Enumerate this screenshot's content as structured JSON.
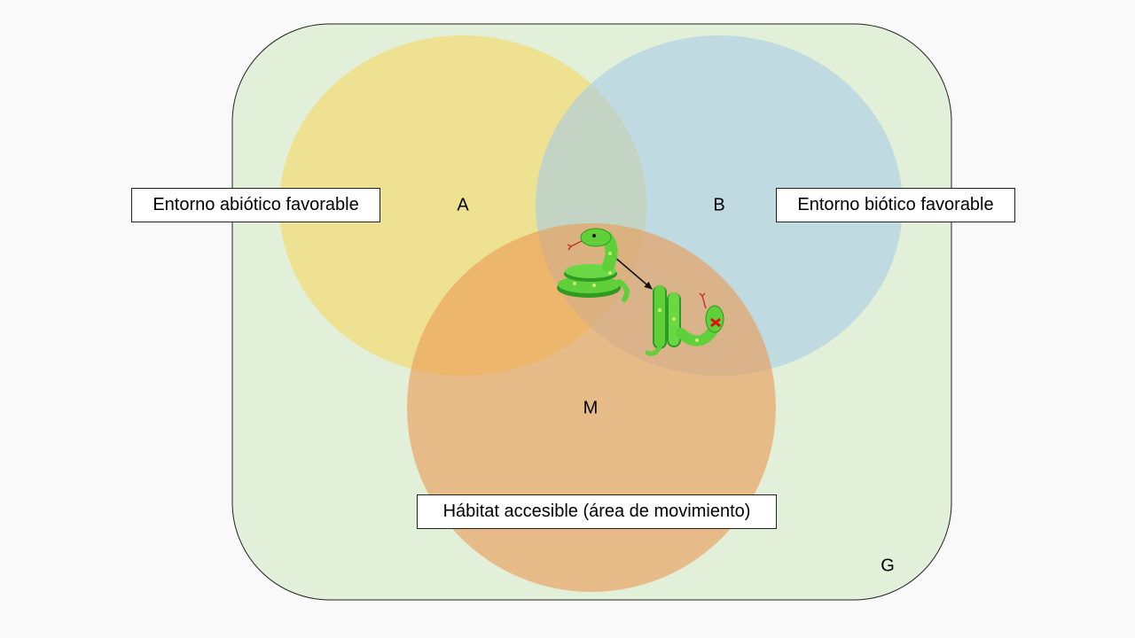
{
  "diagram": {
    "universe_label": "G",
    "sets": [
      {
        "id": "A",
        "letter": "A",
        "description": "Entorno abiótico favorable",
        "color": "#f5d96b"
      },
      {
        "id": "B",
        "letter": "B",
        "description": "Entorno biótico favorable",
        "color": "#a9cbe6"
      },
      {
        "id": "M",
        "letter": "M",
        "description": "Hábitat accesible (área de movimiento)",
        "color": "#ea9b55"
      }
    ],
    "colors": {
      "universe_fill": "#e2efd9",
      "universe_stroke": "#222222",
      "snake_body": "#5fcf3a",
      "snake_dark": "#2e9a22",
      "snake_tongue": "#c0392b",
      "dead_eye_mark": "#e01010"
    },
    "icons": [
      "snake-icon",
      "dead-snake-icon",
      "arrow-icon"
    ]
  }
}
